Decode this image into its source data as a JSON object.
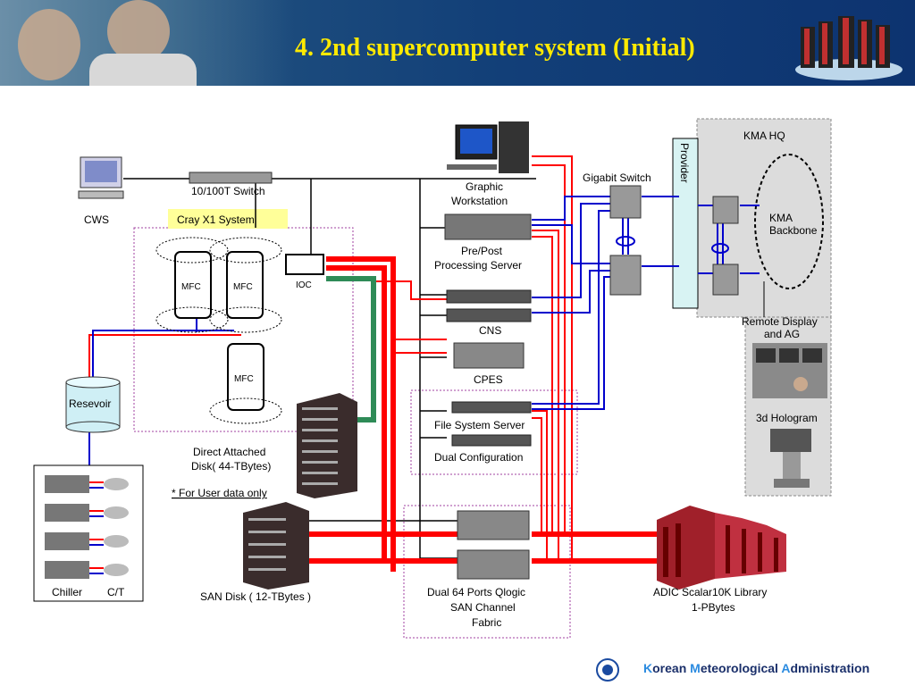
{
  "header": {
    "title": "4. 2nd supercomputer system (Initial)"
  },
  "nodes": {
    "cws": "CWS",
    "switch_100": "10/100T Switch",
    "cray_system": "Cray X1 System",
    "mfc": "MFC",
    "ioc": "IOC",
    "reservoir": "Resevoir",
    "graphic_ws_line1": "Graphic",
    "graphic_ws_line2": "Workstation",
    "prepost_line1": "Pre/Post",
    "prepost_line2": "Processing Server",
    "cns": "CNS",
    "cpes": "CPES",
    "fs_server": "File System Server",
    "dual_config": "Dual Configuration",
    "gigabit_switch": "Gigabit Switch",
    "provider": "Provider",
    "kma_hq": "KMA HQ",
    "kma_backbone_line1": "KMA",
    "kma_backbone_line2": "Backbone",
    "remote_display_line1": "Remote Display",
    "remote_display_line2": "and AG",
    "hologram": "3d Hologram",
    "direct_disk_line1": "Direct Attached",
    "direct_disk_line2": "Disk( 44-TBytes)",
    "user_data_note": "* For User data only",
    "san_disk": "SAN Disk ( 12-TBytes )",
    "qlogic_line1": "Dual 64 Ports Qlogic",
    "qlogic_line2": "SAN Channel",
    "qlogic_line3": "Fabric",
    "adic_line1": "ADIC Scalar10K Library",
    "adic_line2": "1-PBytes",
    "chiller": "Chiller",
    "ct": "C/T"
  },
  "footer": {
    "k": "K",
    "orean": "orean ",
    "m": "M",
    "eteorological": "eteorological ",
    "a": "A",
    "dministration": "dministration"
  },
  "colors": {
    "title": "#ffea00",
    "san_red": "#ff0000",
    "gigabit_blue": "#0000cc",
    "fc_green": "#2e8b57",
    "banner": "#123f78"
  }
}
